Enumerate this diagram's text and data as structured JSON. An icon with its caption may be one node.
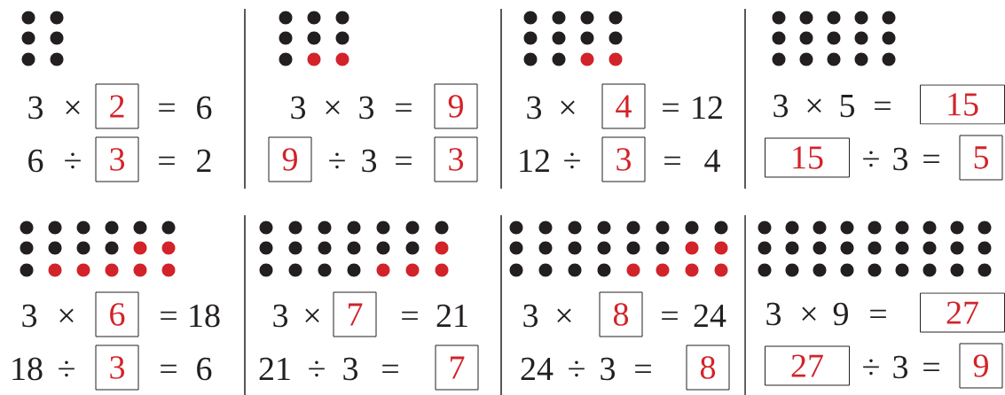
{
  "diagram": {
    "nodes": [
      {
        "text": [
          "2"
        ]
      },
      {
        "text": [
          "3"
        ]
      },
      {
        "text": [
          "9"
        ]
      },
      {
        "text": [
          "9"
        ]
      },
      {
        "text": [
          "3"
        ]
      },
      {
        "text": [
          "4"
        ]
      },
      {
        "text": [
          "3"
        ]
      },
      {
        "text": [
          "15"
        ]
      },
      {
        "text": [
          "15"
        ]
      },
      {
        "text": [
          "5"
        ]
      },
      {
        "text": [
          "6"
        ]
      },
      {
        "text": [
          "3"
        ]
      },
      {
        "text": [
          "7"
        ]
      },
      {
        "text": [
          "7"
        ]
      },
      {
        "text": [
          "8"
        ]
      },
      {
        "text": [
          "8"
        ]
      },
      {
        "text": [
          "27"
        ]
      },
      {
        "text": [
          "27"
        ]
      },
      {
        "text": [
          "9"
        ]
      }
    ],
    "labels": [
      "3",
      "×",
      "=",
      "6",
      "6",
      "÷",
      "=",
      "2",
      "3",
      "×",
      "3",
      "=",
      "÷",
      "3",
      "=",
      "3",
      "×",
      "=",
      "12",
      "12",
      "÷",
      "=",
      "4",
      "3",
      "×",
      "5",
      "=",
      "÷",
      "3",
      "=",
      "3",
      "×",
      "=",
      "18",
      "18",
      "÷",
      "=",
      "6",
      "3",
      "×",
      "=",
      "21",
      "21",
      "÷",
      "3",
      "=",
      "3",
      "×",
      "=",
      "24",
      "24",
      "÷",
      "3",
      "=",
      "3",
      "×",
      "9",
      "=",
      "÷",
      "3",
      "="
    ]
  }
}
